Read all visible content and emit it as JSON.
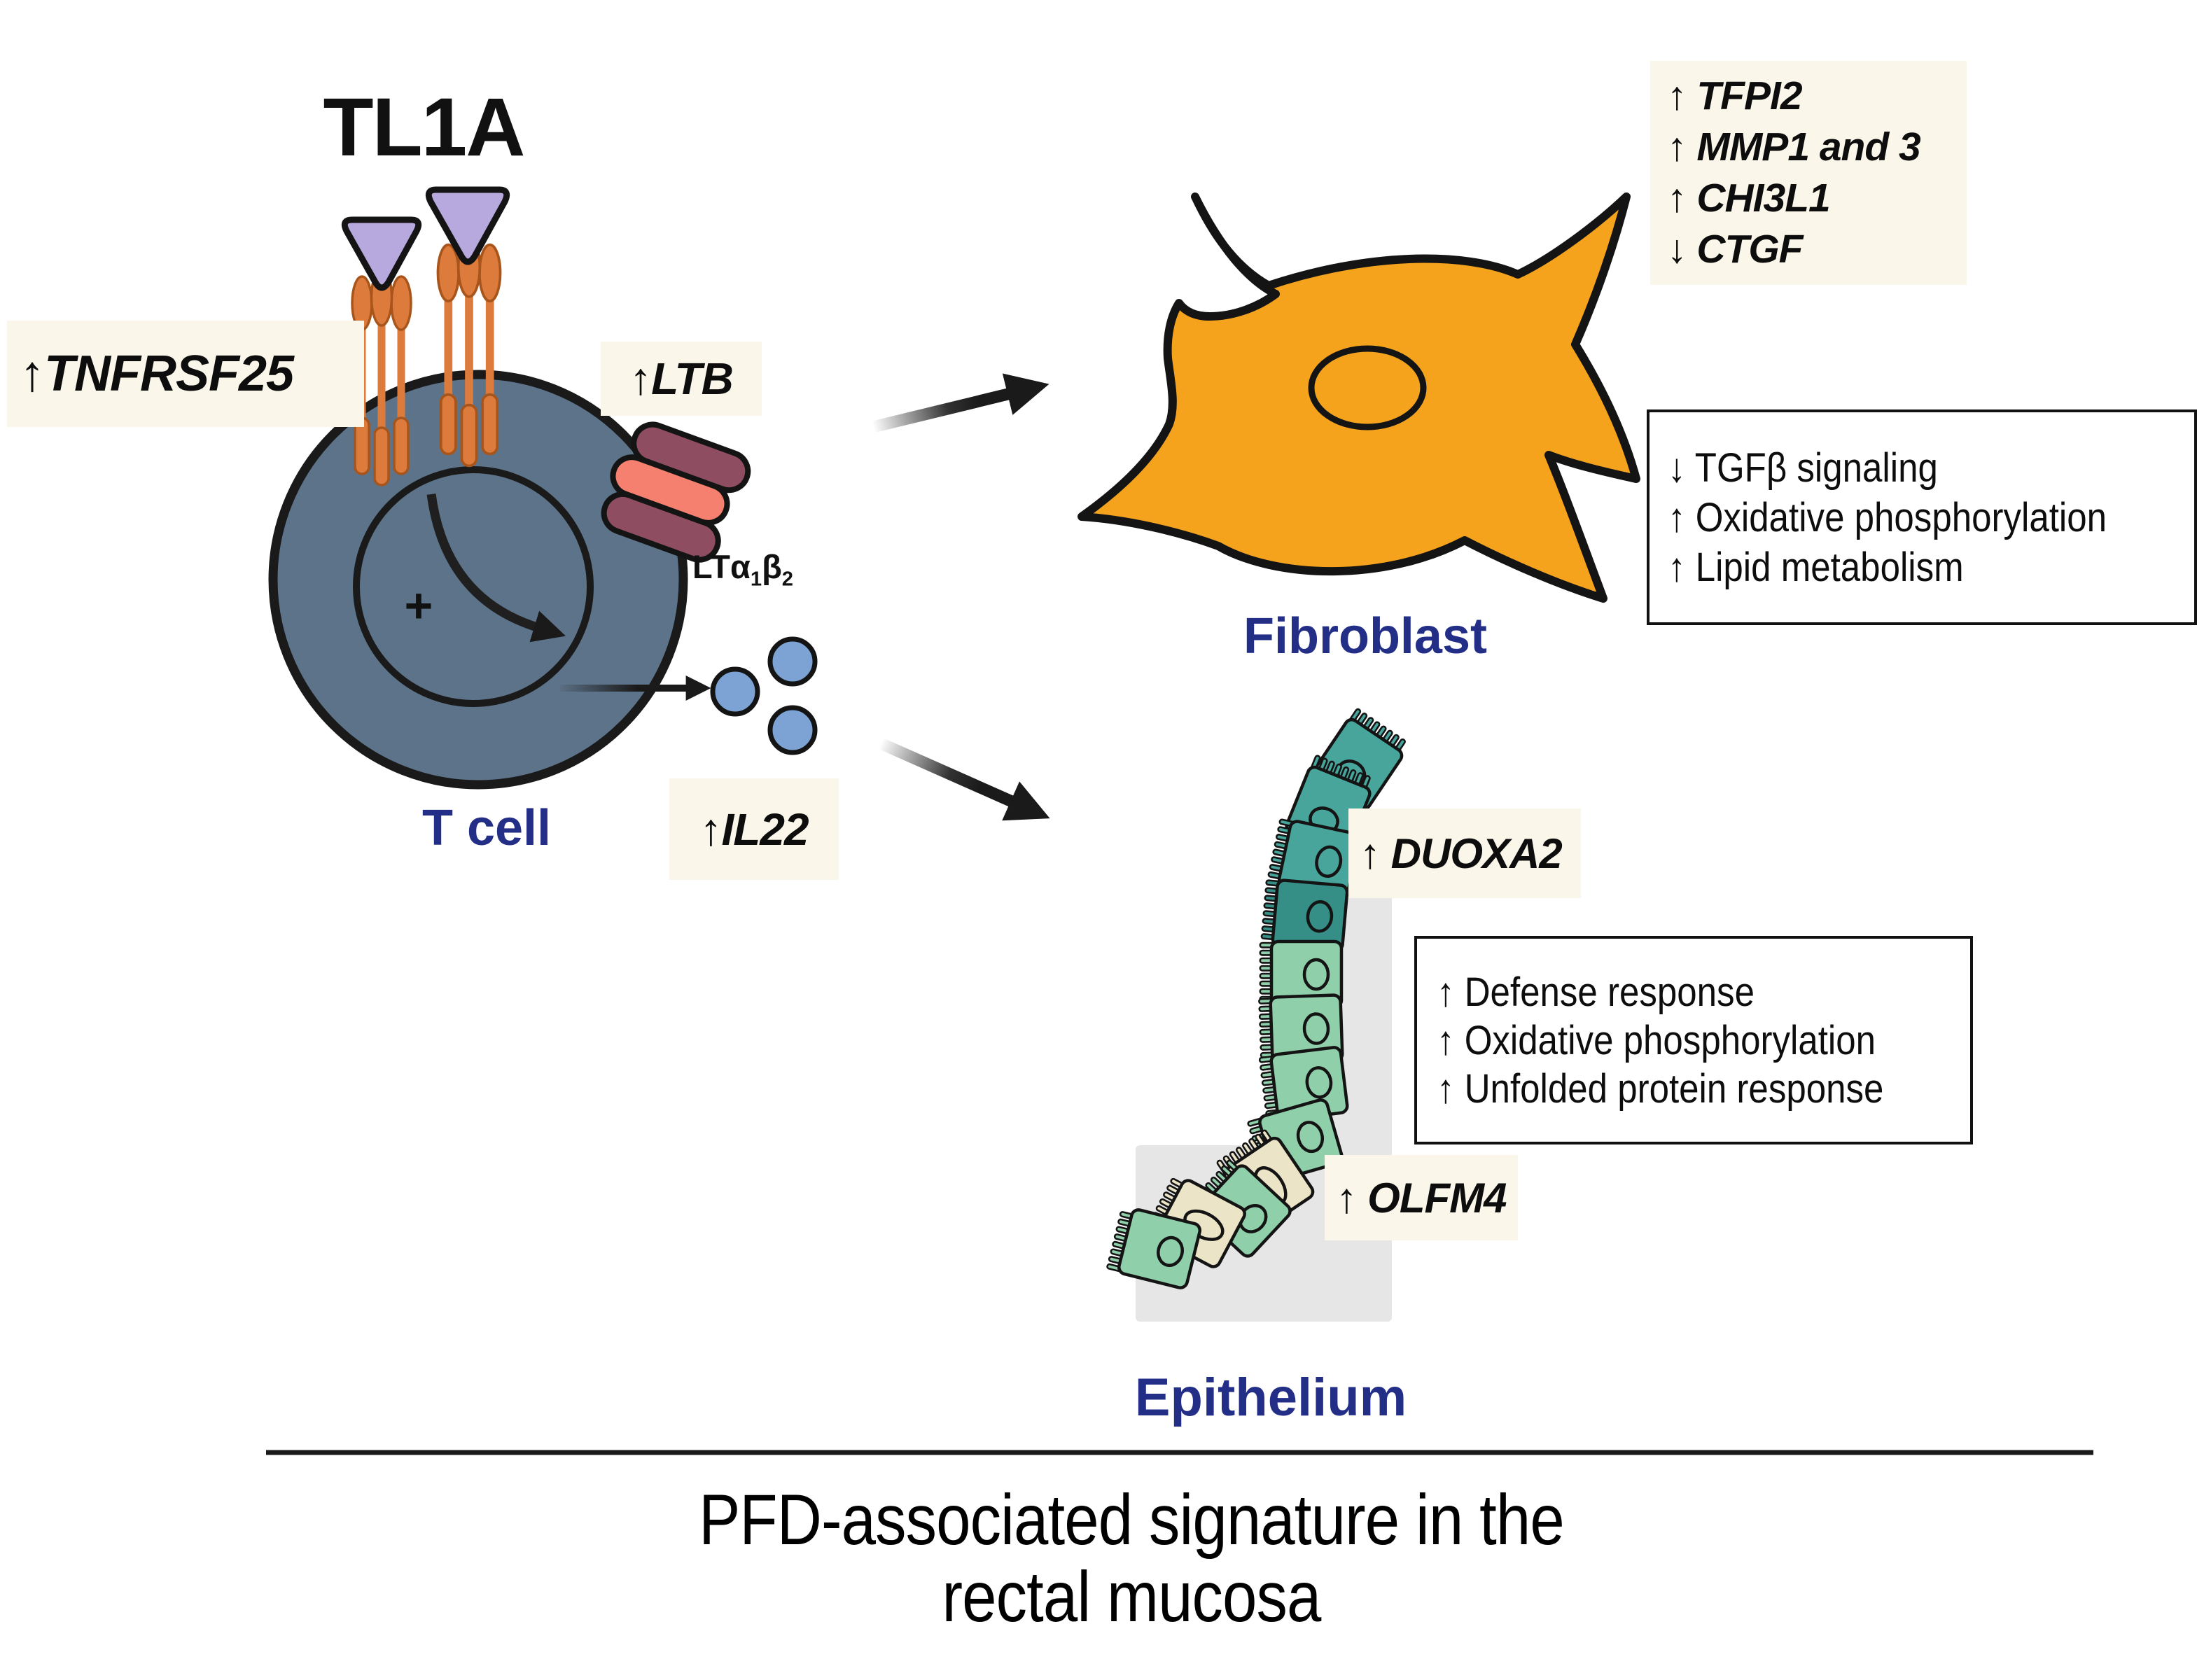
{
  "title": {
    "tl1a": "TL1A",
    "bottom_line1": "PFD-associated signature in the",
    "bottom_line2": "rectal mucosa"
  },
  "tcell": {
    "label": "T cell",
    "tnfrsf25_label": "↑TNFRSF25",
    "ltb_label": "↑LTB",
    "plus_sign": "+",
    "il22_label": "↑IL22",
    "lta1b2": {
      "lt": "LT",
      "alpha": "α",
      "sub1": "1",
      "beta": "β",
      "sub2": "2"
    }
  },
  "fibroblast": {
    "label": "Fibroblast",
    "genes": [
      "↑ TFPI2",
      "↑ MMP1 and 3",
      "↑ CHI3L1",
      "↓ CTGF"
    ],
    "pathways": [
      "↓ TGFβ signaling",
      "↑ Oxidative phosphorylation",
      "↑ Lipid metabolism"
    ]
  },
  "epithelium": {
    "label": "Epithelium",
    "duoxa2_label": "↑ DUOXA2",
    "olfm4_label": "↑ OLFM4",
    "pathways": [
      "↑ Defense response",
      "↑ Oxidative phosphorylation",
      "↑ Unfolded protein response"
    ]
  },
  "colors": {
    "tcell_fill": "#5d7389",
    "receptor_orange": "#dc7b3c",
    "ligand_purple": "#b7a8de",
    "pill_maroon": "#8e4d60",
    "pill_salmon": "#f5806f",
    "il22_blue": "#7ca3d4",
    "fibroblast_orange": "#f5a31d",
    "epithelium_teal": "#47a59b",
    "epithelium_teal_dark": "#358f86",
    "epithelium_green": "#8fd0aa",
    "epithelium_cream": "#ece4c6",
    "label_bg_cream": "#faf6e9",
    "navy_text": "#232e87",
    "shadow_gray": "#e6e6e6"
  }
}
